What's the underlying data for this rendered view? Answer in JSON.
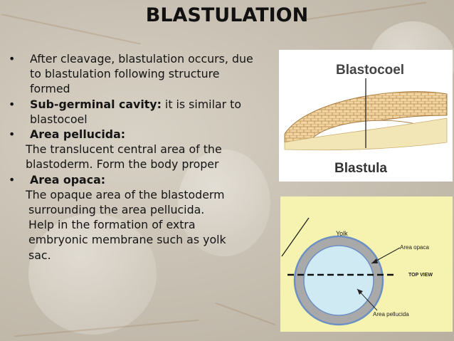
{
  "slide": {
    "title": "BLASTULATION",
    "bullets": [
      {
        "lines": [
          "After cleavage, blastulation occurs, due",
          "to blastulation following structure",
          "formed"
        ]
      },
      {
        "term": "Sub-germinal cavity:",
        "text": " it is similar to",
        "lines": [
          "blastocoel"
        ]
      },
      {
        "term": "Area pellucida:",
        "text": "",
        "lines": []
      }
    ],
    "pellucida_desc": [
      "The translucent central area of the",
      "blastoderm. Form the body proper"
    ],
    "opaca_term": "Area opaca:",
    "opaca_desc": [
      "The opaque area of the blastoderm",
      "surrounding the area pellucida.",
      "Help in the formation of extra",
      "embryonic membrane such as yolk",
      "sac."
    ]
  },
  "figure1": {
    "top_label": "Blastocoel",
    "bottom_label": "Blastula"
  },
  "figure2": {
    "yolk_label": "Yolk",
    "opaca_label": "Area opaca",
    "view_label": "TOP VIEW",
    "pellucida_label": "Area pellucida"
  },
  "colors": {
    "yolk": "#f6f3b0",
    "opaca": "#a9a9a9",
    "pellucida": "#cfeaf3",
    "cells": "#f1d4a0"
  }
}
